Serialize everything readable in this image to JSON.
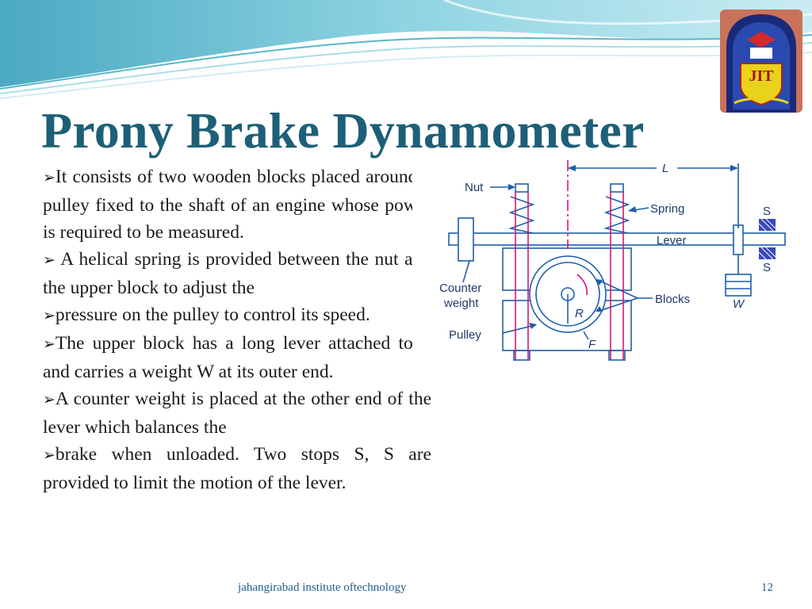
{
  "slide": {
    "title": "Prony Brake Dynamometer",
    "bullet_symbol": "➢",
    "paragraphs": [
      {
        "bullet": true,
        "text": "It consists of two wooden blocks placed around a pulley fixed to the shaft of an engine whose power is required to be measured."
      },
      {
        "bullet": true,
        "text": " A helical spring is provided between the nut and the upper block to adjust the"
      },
      {
        "bullet": true,
        "text": "pressure on the pulley to control its speed."
      },
      {
        "bullet": true,
        "text": "The upper block has a long lever attached to it and carries a weight W at its outer end."
      },
      {
        "bullet": true,
        "text": "A counter weight is placed at the other end of the lever which balances the"
      },
      {
        "bullet": true,
        "text": "brake when unloaded. Two stops S, S are provided to limit the motion of the lever."
      }
    ],
    "footer": "jahangirabad institute oftechnology",
    "page_number": "12"
  },
  "logo": {
    "text": "JIT",
    "icon": "institute-crest"
  },
  "diagram": {
    "labels": {
      "nut": "Nut",
      "spring": "Spring",
      "lever": "Lever",
      "counter": "Counter",
      "weight": "weight",
      "blocks": "Blocks",
      "pulley": "Pulley",
      "length": "L",
      "radius": "R",
      "force": "F",
      "weight_w": "W",
      "stop_top": "S",
      "stop_bottom": "S"
    }
  },
  "colors": {
    "title": "#1e5f78",
    "diagram_line": "#1f5fa8",
    "diagram_accent": "#d6157a",
    "wave": "#7fc8d8"
  }
}
